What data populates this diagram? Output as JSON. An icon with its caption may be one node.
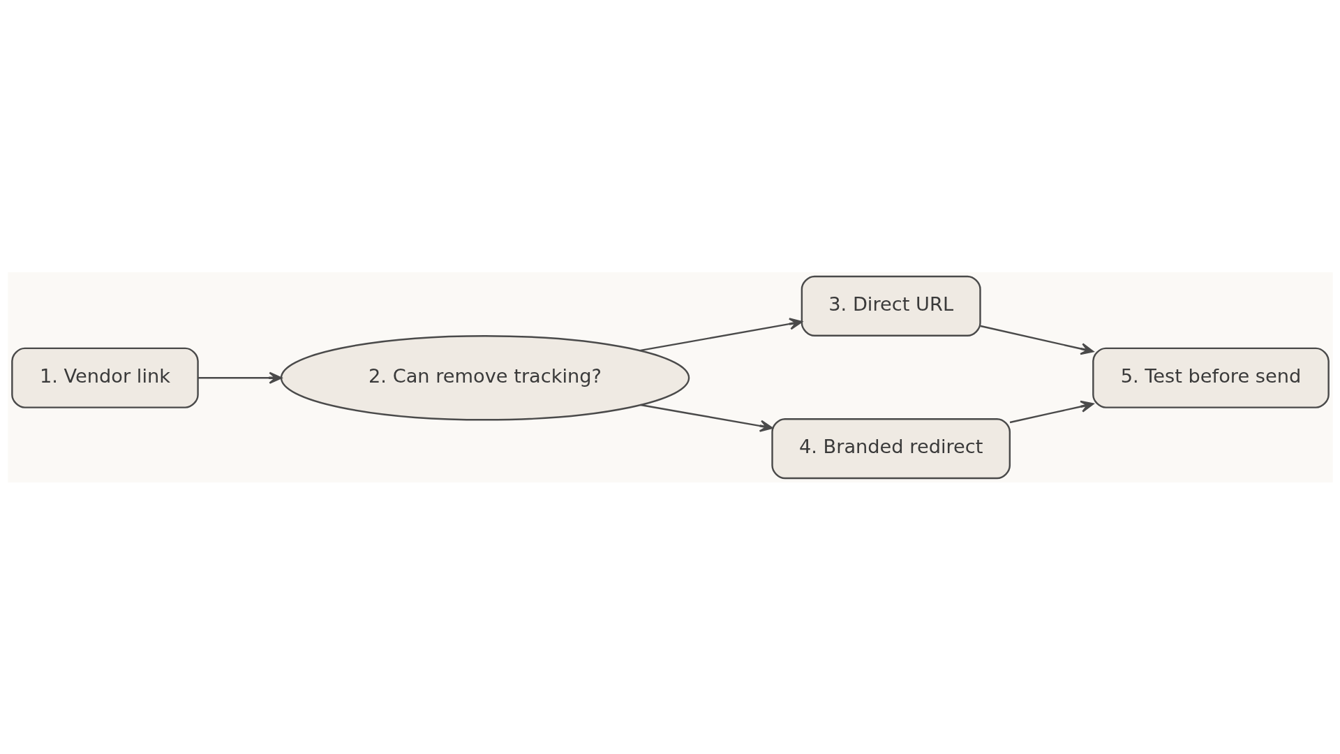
{
  "diagram": {
    "nodes": [
      {
        "text": [
          "1. Vendor link"
        ]
      },
      {
        "text": [
          "2. Can remove tracking?"
        ]
      },
      {
        "text": [
          "3. Direct URL"
        ]
      },
      {
        "text": [
          "4. Branded redirect"
        ]
      },
      {
        "text": [
          "5. Test before send"
        ]
      }
    ],
    "edges": [
      {
        "from": 0,
        "to": 1,
        "arrow": "to"
      },
      {
        "from": 1,
        "to": 2,
        "arrow": "to"
      },
      {
        "from": 1,
        "to": 3,
        "arrow": "to"
      },
      {
        "from": 2,
        "to": 4,
        "arrow": "to"
      },
      {
        "from": 3,
        "to": 4,
        "arrow": "to"
      }
    ]
  }
}
